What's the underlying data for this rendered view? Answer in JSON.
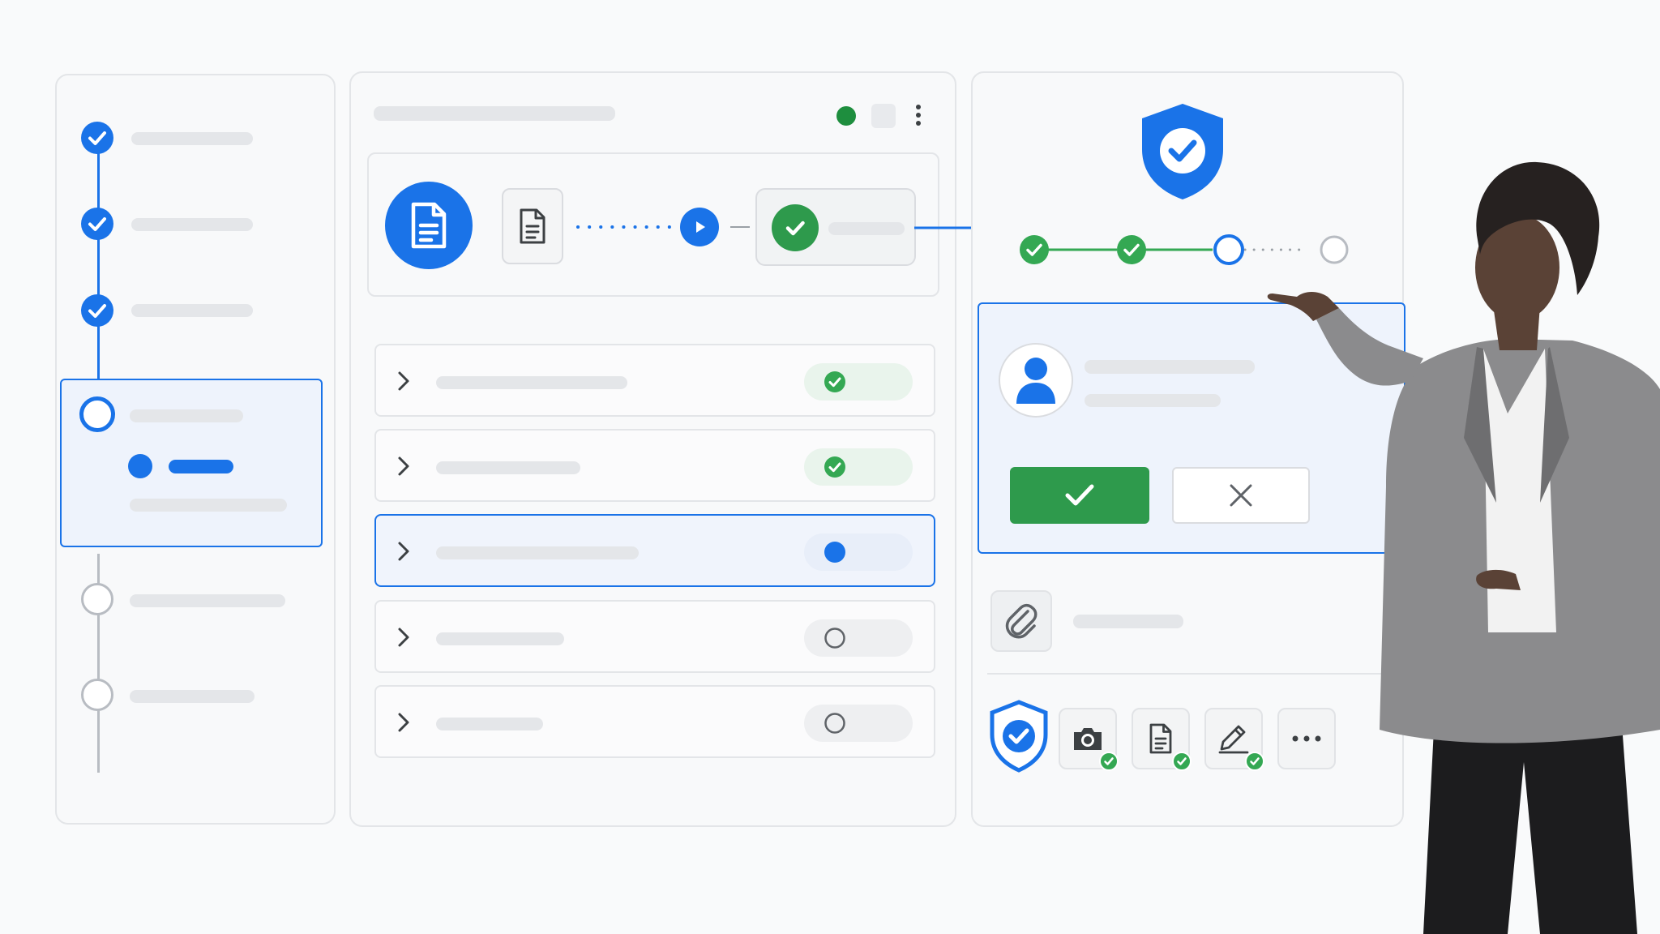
{
  "colors": {
    "accent_blue": "#1a73e8",
    "success_green": "#34a853",
    "approve_green": "#2e9a4c",
    "placeholder_gray": "#e4e6e9",
    "border_gray": "#e3e5e8",
    "background": "#f9fafb"
  },
  "left_steps": [
    {
      "state": "done",
      "icon": "check-icon"
    },
    {
      "state": "done",
      "icon": "check-icon"
    },
    {
      "state": "done",
      "icon": "check-icon"
    },
    {
      "state": "current",
      "icon": "ring-icon"
    },
    {
      "state": "todo",
      "icon": "ring-icon"
    },
    {
      "state": "todo",
      "icon": "ring-icon"
    }
  ],
  "middle": {
    "header_icons": [
      "status-dot-icon",
      "square-icon",
      "more-vertical-icon"
    ],
    "flow": [
      "document-icon",
      "document-icon",
      "play-icon",
      "check-icon"
    ],
    "rows": [
      {
        "status": "complete",
        "icon": "check-circle-icon"
      },
      {
        "status": "complete",
        "icon": "check-circle-icon"
      },
      {
        "status": "in-progress",
        "icon": "blue-dot-icon"
      },
      {
        "status": "pending",
        "icon": "empty-circle-icon"
      },
      {
        "status": "pending",
        "icon": "empty-circle-icon"
      }
    ]
  },
  "right": {
    "shield_icon": "shield-check-icon",
    "progress": {
      "completed_steps": 2,
      "current_step": 3,
      "total_steps": 4
    },
    "approval": {
      "avatar_icon": "person-icon",
      "approve_icon": "check-icon",
      "reject_icon": "close-icon"
    },
    "attachment_icon": "paperclip-icon",
    "tools": [
      {
        "icon": "shield-check-icon",
        "verified": true
      },
      {
        "icon": "camera-icon",
        "verified": true
      },
      {
        "icon": "document-icon",
        "verified": true
      },
      {
        "icon": "signature-icon",
        "verified": true
      },
      {
        "icon": "more-horizontal-icon",
        "verified": false
      }
    ]
  },
  "presenter": {
    "icon": "person-pointing-figure"
  }
}
